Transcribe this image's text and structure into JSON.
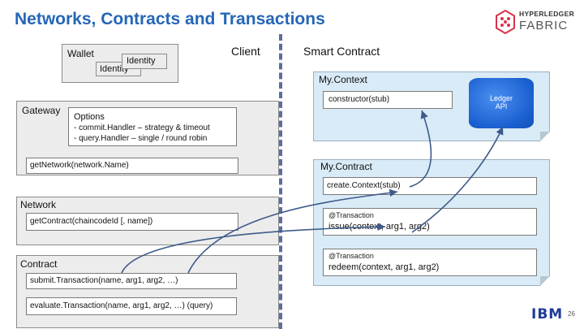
{
  "title": "Networks, Contracts and Transactions",
  "logo": {
    "line1": "HYPERLEDGER",
    "line2": "FABRIC"
  },
  "client": {
    "label": "Client",
    "wallet": {
      "label": "Wallet",
      "identity_label": "Identity",
      "identity_back_label": "Identity"
    },
    "gateway": {
      "label": "Gateway",
      "options_title": "Options",
      "options_items": [
        "- commit.Handler – strategy & timeout",
        "- query.Handler – single / round robin"
      ],
      "get_network": "getNetwork(network.Name)"
    },
    "network": {
      "label": "Network",
      "get_contract": "getContract(chaincodeId [, name])"
    },
    "contract": {
      "label": "Contract",
      "submit": "submit.Transaction(name, arg1, arg2, …)",
      "evaluate": "evaluate.Transaction(name, arg1, arg2, …)  (query)"
    }
  },
  "smart_contract": {
    "label": "Smart Contract",
    "my_context": {
      "label": "My.Context",
      "constructor": "constructor(stub)"
    },
    "ledger_api": {
      "line1": "Ledger",
      "line2": "API"
    },
    "my_contract": {
      "label": "My.Contract",
      "create_context": "create.Context(stub)",
      "issue": {
        "annotation": "@Transaction",
        "signature": "issue(context, arg1, arg2)"
      },
      "redeem": {
        "annotation": "@Transaction",
        "signature": "redeem(context, arg1, arg2)"
      }
    }
  },
  "footer": {
    "vendor": "IBM",
    "page_number": "26"
  },
  "colors": {
    "title": "#2566b6",
    "divider": "#5a6fa0",
    "arrow": "#3d5a8a",
    "panel_blue": "#d9ebf6",
    "panel_grey": "#ececec",
    "ledger": "#1a5fd0",
    "logo_red": "#d9334a"
  }
}
